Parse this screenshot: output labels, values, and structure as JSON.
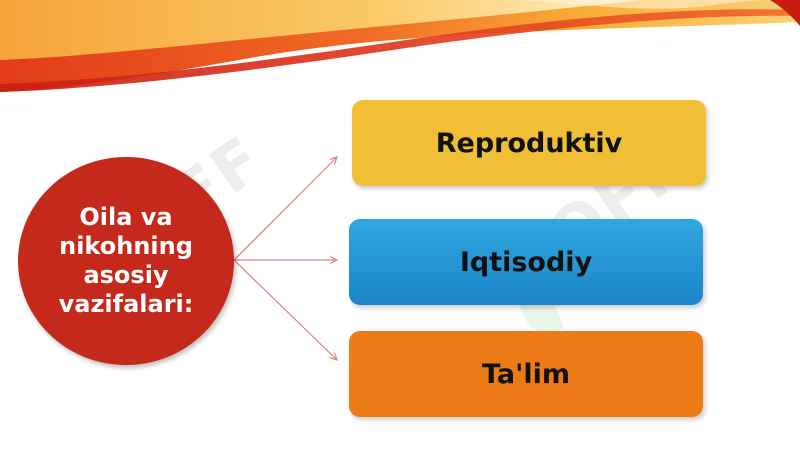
{
  "diagram": {
    "center_text": "Oila va nikohning asosiy vazifalari:",
    "items": [
      {
        "label": "Reproduktiv",
        "color": "#f0bf36"
      },
      {
        "label": "Iqtisodiy",
        "color": "#2fa7e0"
      },
      {
        "label": "Ta'lim",
        "color": "#ec7b17"
      }
    ],
    "circle_color": "#c4291b",
    "connector_color": "#d98080"
  },
  "watermark": {
    "text": "SOFF"
  }
}
